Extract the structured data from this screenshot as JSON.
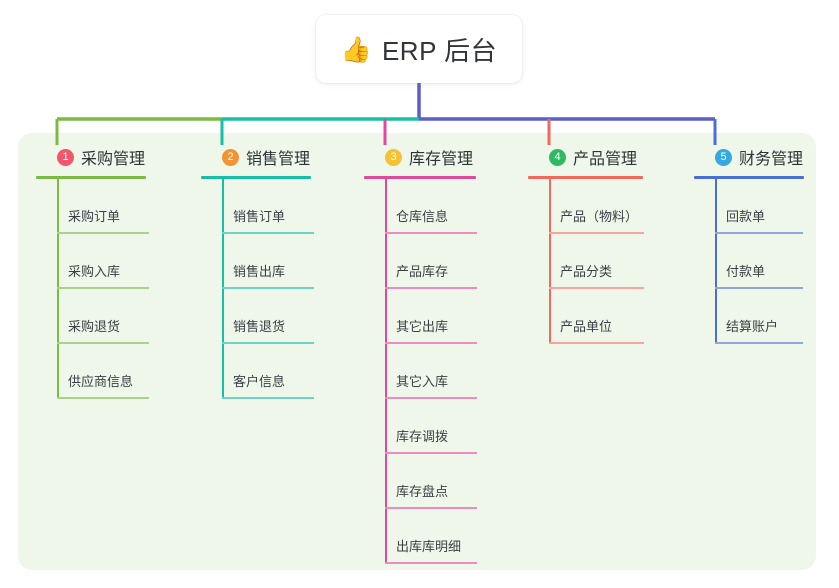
{
  "root": {
    "icon": "thumbs-up-icon",
    "emoji": "👍",
    "title": "ERP 后台"
  },
  "palette": {
    "panel_bg": "#eef7ea",
    "page_bg": "#ffffff",
    "text": "#2f3338",
    "root_trunk": "#5b5fc7",
    "green": "#7cbb42",
    "teal": "#17bfa7",
    "pink": "#e0489b",
    "red": "#f2685f",
    "blue": "#4a6fd4"
  },
  "columns": [
    {
      "index": "1",
      "title": "采购管理",
      "badge_color": "#f2566a",
      "line_color": "#7cbb42",
      "leaf_line_color": "#a9d189",
      "items": [
        "采购订单",
        "采购入库",
        "采购退货",
        "供应商信息"
      ]
    },
    {
      "index": "2",
      "title": "销售管理",
      "badge_color": "#f29434",
      "line_color": "#17bfa7",
      "leaf_line_color": "#6fd3c4",
      "items": [
        "销售订单",
        "销售出库",
        "销售退货",
        "客户信息"
      ]
    },
    {
      "index": "3",
      "title": "库存管理",
      "badge_color": "#f5c233",
      "line_color": "#e0489b",
      "leaf_line_color": "#ee8cc0",
      "items": [
        "仓库信息",
        "产品库存",
        "其它出库",
        "其它入库",
        "库存调拨",
        "库存盘点",
        "出库库明细"
      ]
    },
    {
      "index": "4",
      "title": "产品管理",
      "badge_color": "#2eba63",
      "line_color": "#f2685f",
      "leaf_line_color": "#f7a49c",
      "items": [
        "产品（物料）",
        "产品分类",
        "产品单位"
      ]
    },
    {
      "index": "5",
      "title": "财务管理",
      "badge_color": "#35a8e0",
      "line_color": "#4a6fd4",
      "leaf_line_color": "#8fa6e3",
      "items": [
        "回款单",
        "付款单",
        "结算账户"
      ]
    }
  ]
}
